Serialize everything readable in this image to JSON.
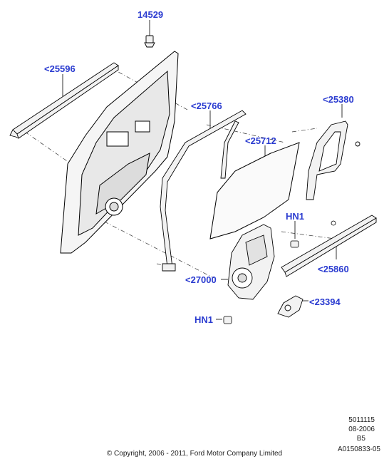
{
  "callouts": {
    "part_14529": "14529",
    "part_25596": "<25596",
    "part_25766": "<25766",
    "part_25712": "<25712",
    "part_25380": "<25380",
    "part_hn1_upper": "HN1",
    "part_27000": "<27000",
    "part_25860": "<25860",
    "part_23394": "<23394",
    "part_hn1_lower": "HN1"
  },
  "footer": {
    "ref_number": "5011115",
    "date": "08-2006",
    "code": "B5",
    "illustration_id": "A0150833-05",
    "copyright": "© Copyright, 2006 - 2011, Ford Motor Company Limited"
  },
  "colors": {
    "callout": "#2a3bd0",
    "line": "#000000",
    "fill_light": "#f2f2f2"
  }
}
